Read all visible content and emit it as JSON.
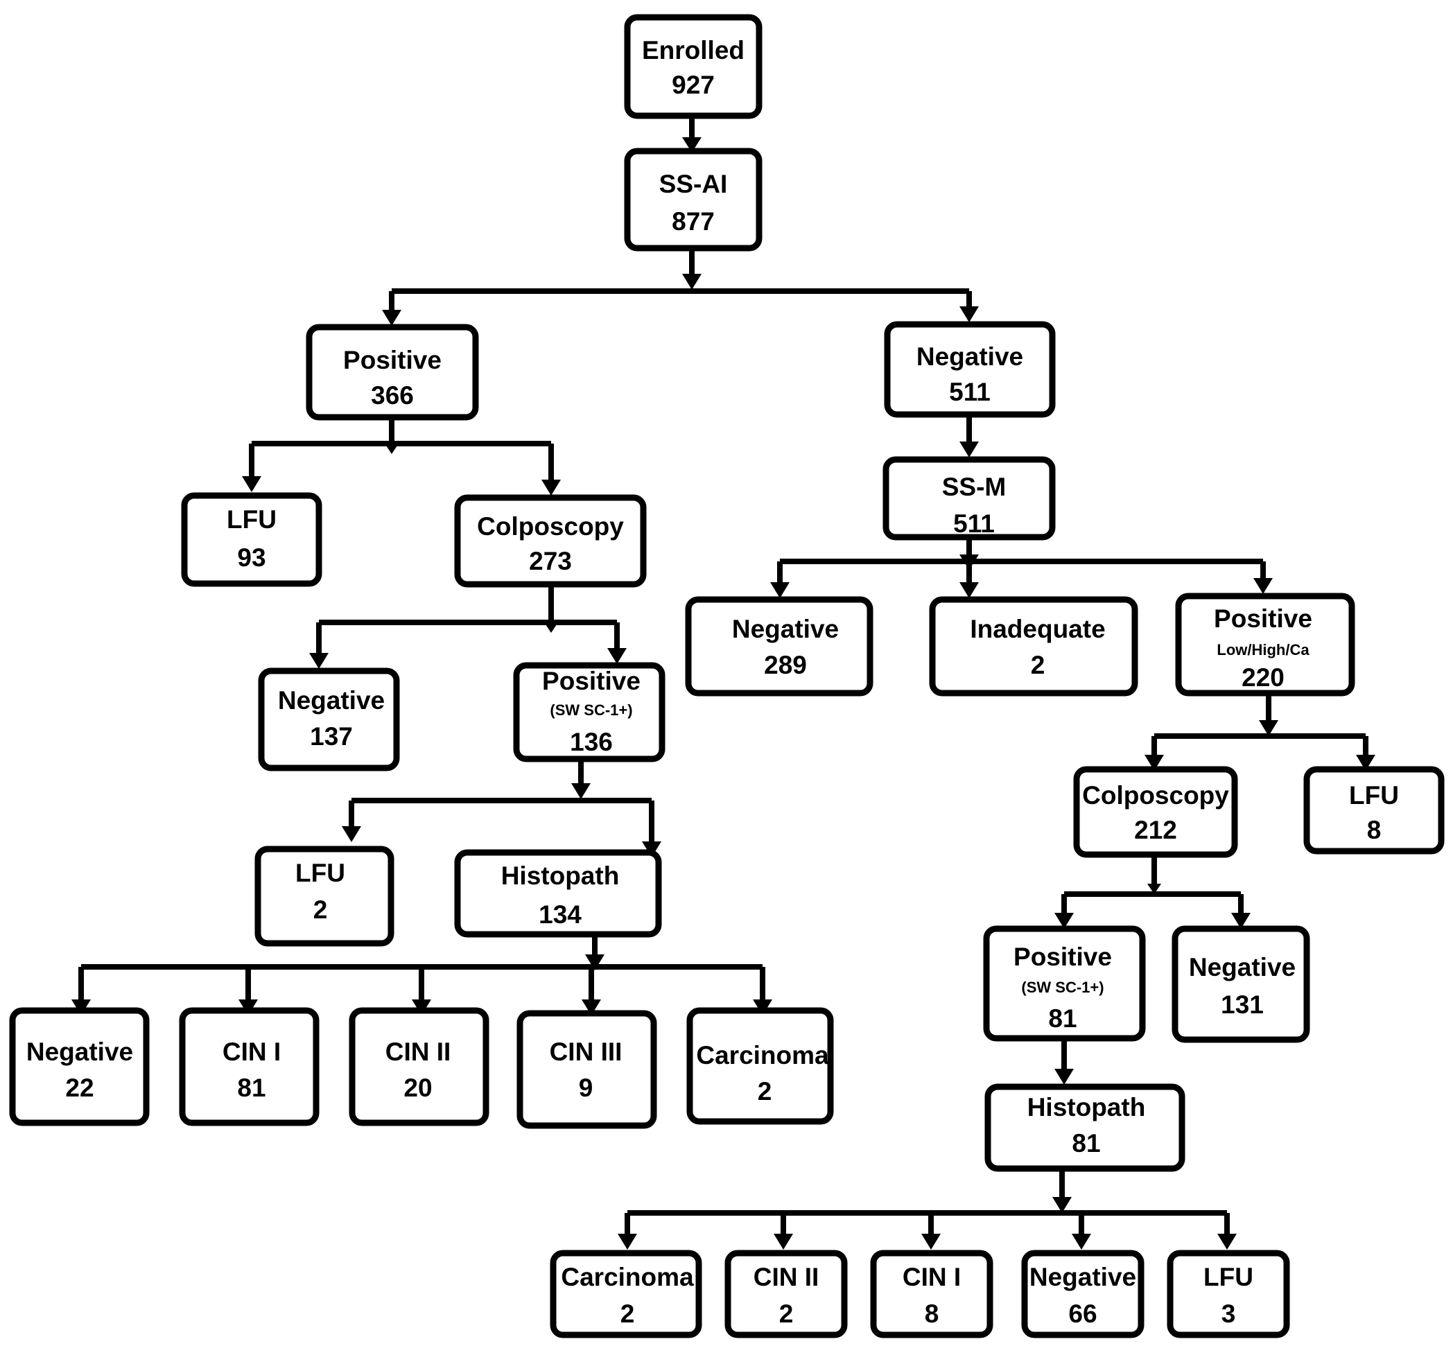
{
  "nodes": {
    "enrolled": {
      "label": "Enrolled",
      "value": "927"
    },
    "ssai": {
      "label": "SS-AI",
      "value": "877"
    },
    "pos1": {
      "label": "Positive",
      "value": "366"
    },
    "neg1": {
      "label": "Negative",
      "value": "511"
    },
    "lfu1": {
      "label": "LFU",
      "value": "93"
    },
    "colpo1": {
      "label": "Colposcopy",
      "value": "273"
    },
    "ssm": {
      "label": "SS-M",
      "value": "511"
    },
    "neg2": {
      "label": "Negative",
      "value": "137"
    },
    "pos2": {
      "label": "Positive",
      "sub": "(SW SC-1+)",
      "value": "136"
    },
    "neg3": {
      "label": "Negative",
      "value": "289"
    },
    "inad": {
      "label": "Inadequate",
      "value": "2"
    },
    "pos3": {
      "label": "Positive",
      "sub": "Low/High/Ca",
      "value": "220"
    },
    "lfu2": {
      "label": "LFU",
      "value": "2"
    },
    "histo1": {
      "label": "Histopath",
      "value": "134"
    },
    "colpo2": {
      "label": "Colposcopy",
      "value": "212"
    },
    "lfu3": {
      "label": "LFU",
      "value": "8"
    },
    "h1neg": {
      "label": "Negative",
      "value": "22"
    },
    "h1cin1": {
      "label": "CIN I",
      "value": "81"
    },
    "h1cin2": {
      "label": "CIN II",
      "value": "20"
    },
    "h1cin3": {
      "label": "CIN III",
      "value": "9"
    },
    "h1ca": {
      "label": "Carcinoma",
      "value": "2"
    },
    "pos4": {
      "label": "Positive",
      "sub": "(SW SC-1+)",
      "value": "81"
    },
    "neg4": {
      "label": "Negative",
      "value": "131"
    },
    "histo2": {
      "label": "Histopath",
      "value": "81"
    },
    "h2ca": {
      "label": "Carcinoma",
      "value": "2"
    },
    "h2cin2": {
      "label": "CIN II",
      "value": "2"
    },
    "h2cin1": {
      "label": "CIN I",
      "value": "8"
    },
    "h2neg": {
      "label": "Negative",
      "value": "66"
    },
    "h2lfu": {
      "label": "LFU",
      "value": "3"
    }
  },
  "colors": {
    "stroke": "#000000",
    "background": "#ffffff"
  }
}
